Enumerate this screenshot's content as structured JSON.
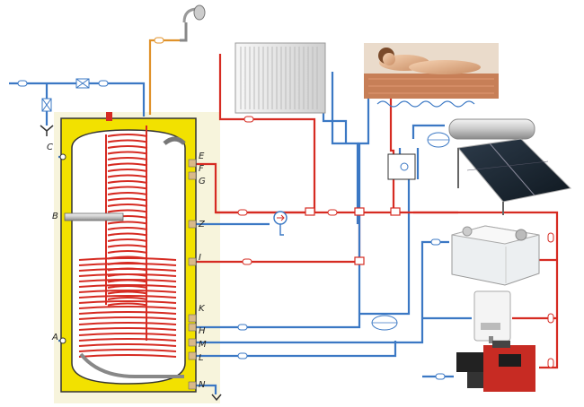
{
  "diagram": {
    "labels": {
      "C": "C",
      "B": "B",
      "A": "A",
      "E": "E",
      "F": "F",
      "G": "G",
      "Z": "Z",
      "I": "I",
      "K": "K",
      "H": "H",
      "M": "M",
      "L": "L",
      "N": "N"
    },
    "colors": {
      "hot": "#d62b22",
      "cold": "#3b78c4",
      "dhw": "#e0922a",
      "tank_frame": "#f2e100",
      "tank_body": "#ffffff",
      "coil": "#d62b22"
    },
    "icons": [
      "shower-head-icon",
      "radiator-icon",
      "underfloor-heating-icon",
      "solar-collector-icon",
      "heat-pump-icon",
      "gas-boiler-icon",
      "solid-fuel-boiler-icon",
      "pump-icon",
      "expansion-vessel-icon",
      "valve-icon",
      "ground-icon"
    ]
  }
}
